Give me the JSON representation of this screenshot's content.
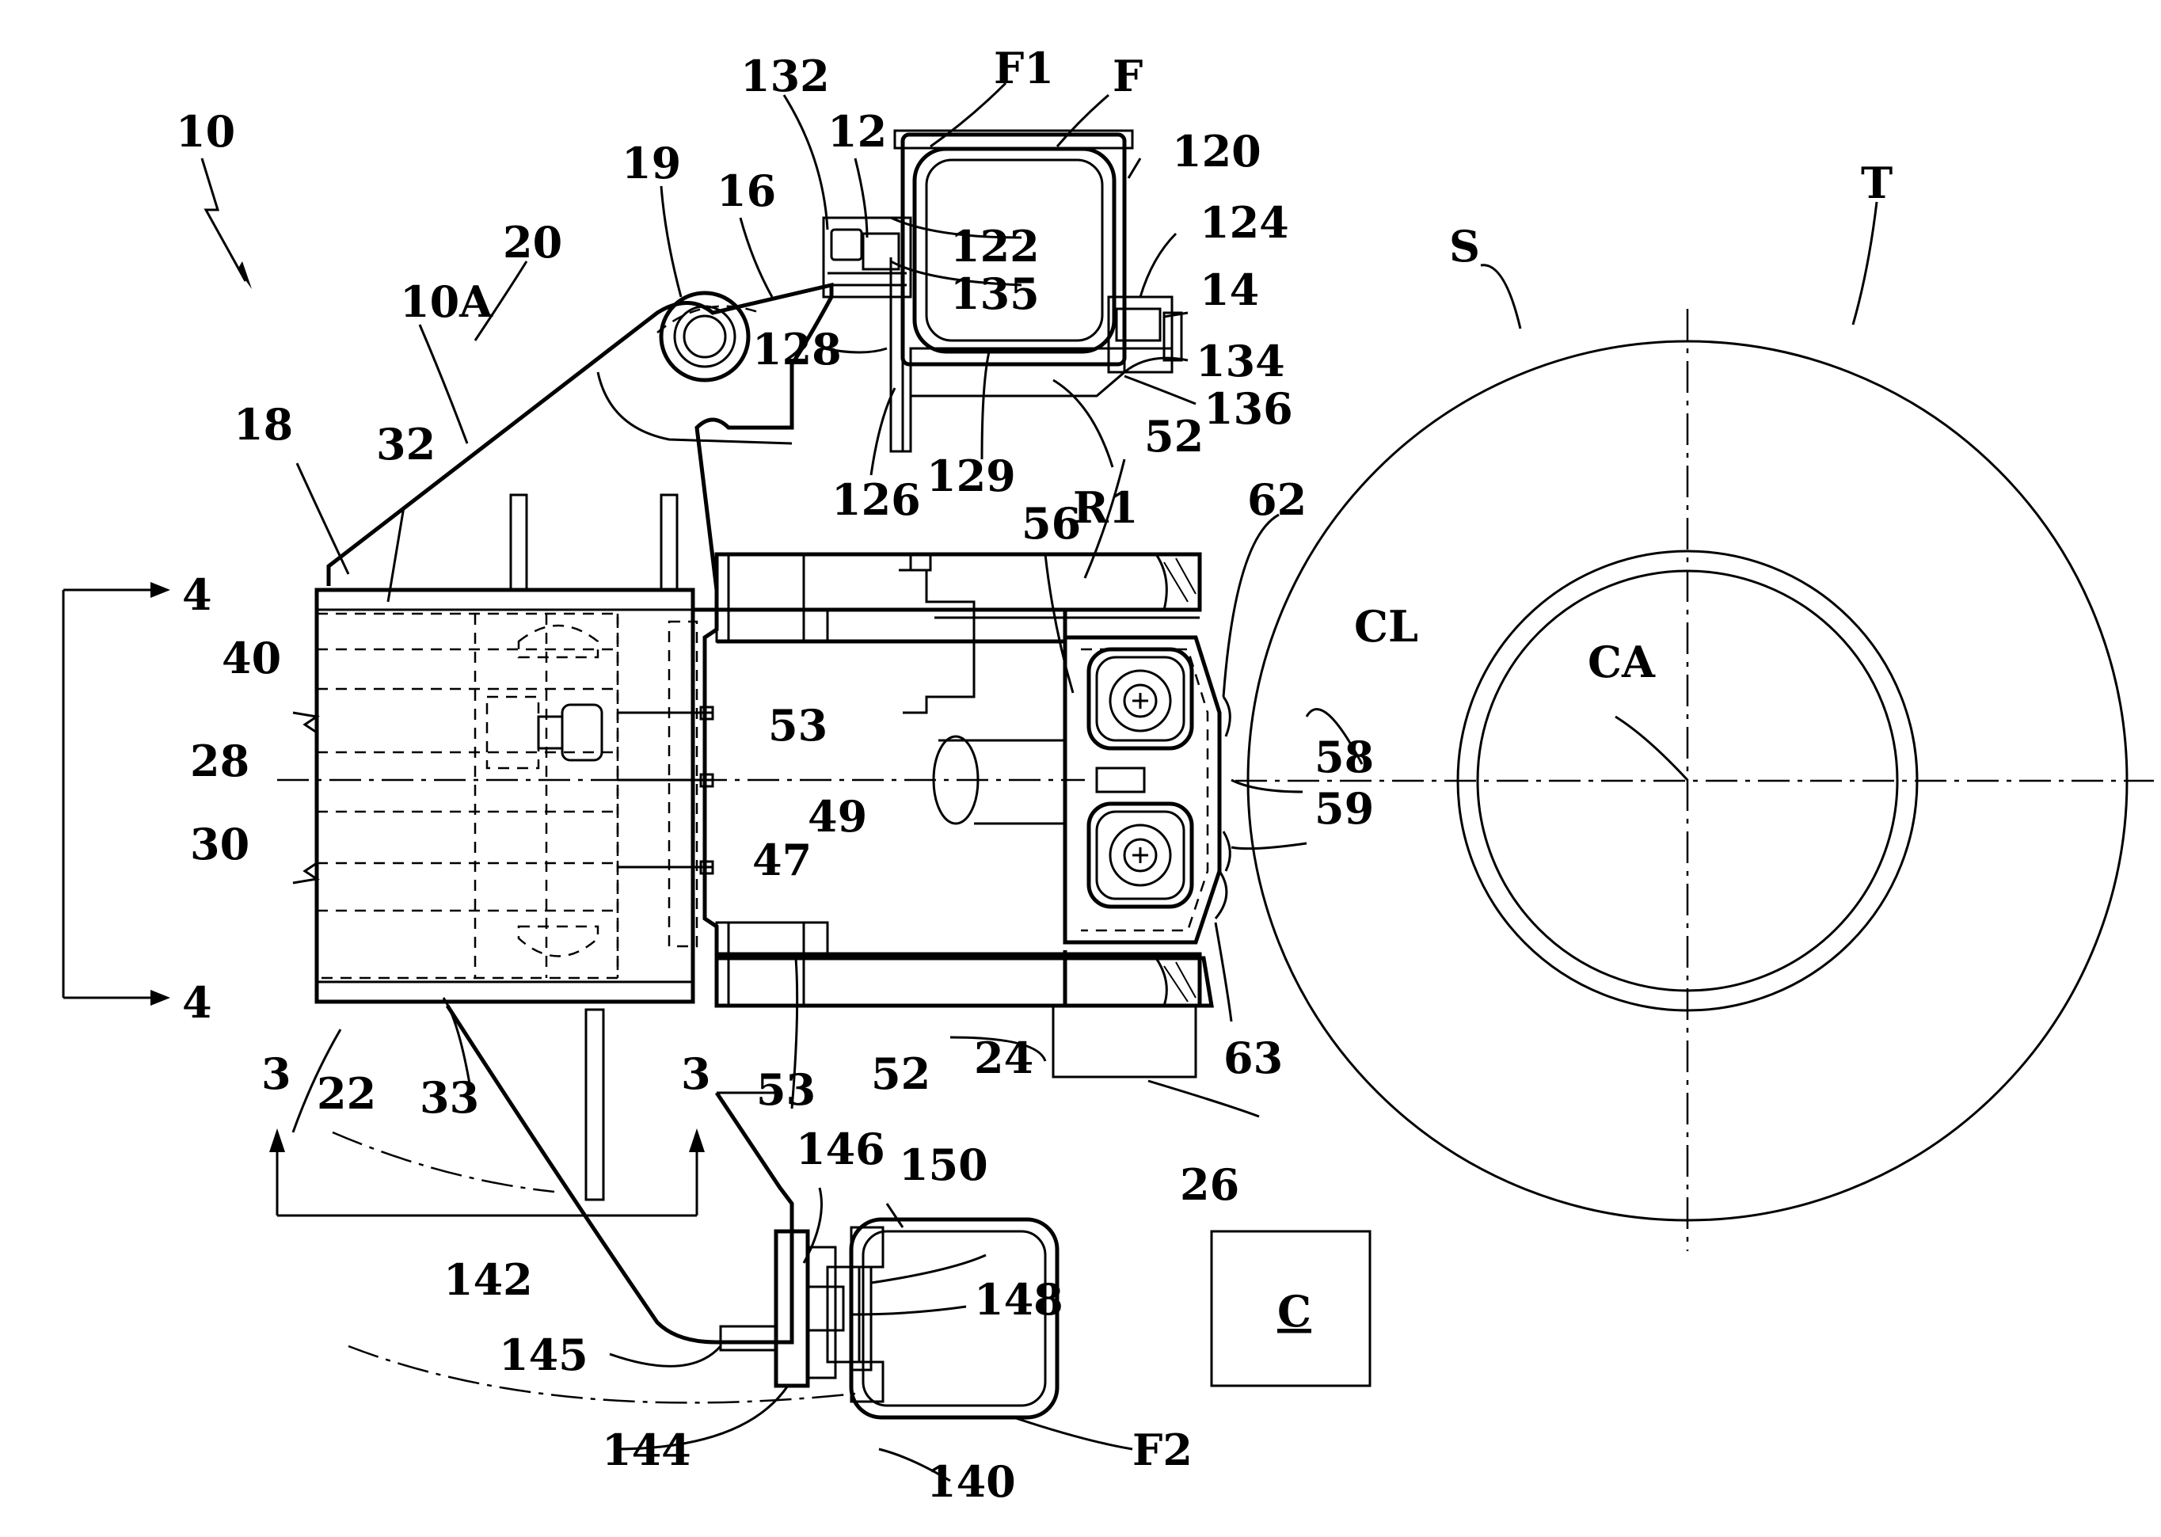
{
  "figure": {
    "labels": {
      "l10": "10",
      "l19": "19",
      "l20": "20",
      "l10A": "10A",
      "l16": "16",
      "l132": "132",
      "l12": "12",
      "lF1": "F1",
      "lF": "F",
      "l120": "120",
      "l122": "122",
      "l124": "124",
      "l135": "135",
      "l14": "14",
      "l128": "128",
      "l134": "134",
      "l136": "136",
      "l126": "126",
      "l129": "129",
      "lR1": "R1",
      "l52a": "52",
      "l62": "62",
      "l56": "56",
      "lS": "S",
      "lT": "T",
      "l18": "18",
      "l32": "32",
      "l4a": "4",
      "l40": "40",
      "l28": "28",
      "l30": "30",
      "l53a": "53",
      "l49": "49",
      "l47": "47",
      "l58": "58",
      "l59": "59",
      "lCL": "CL",
      "lCA": "CA",
      "l4b": "4",
      "l22": "22",
      "l33": "33",
      "l3a": "3",
      "l3b": "3",
      "l53b": "53",
      "l52b": "52",
      "l24": "24",
      "l63": "63",
      "l26": "26",
      "l146": "146",
      "l150": "150",
      "l142": "142",
      "l148": "148",
      "lC": "C",
      "l145": "145",
      "l144": "144",
      "l140": "140",
      "lF2": "F2"
    }
  }
}
